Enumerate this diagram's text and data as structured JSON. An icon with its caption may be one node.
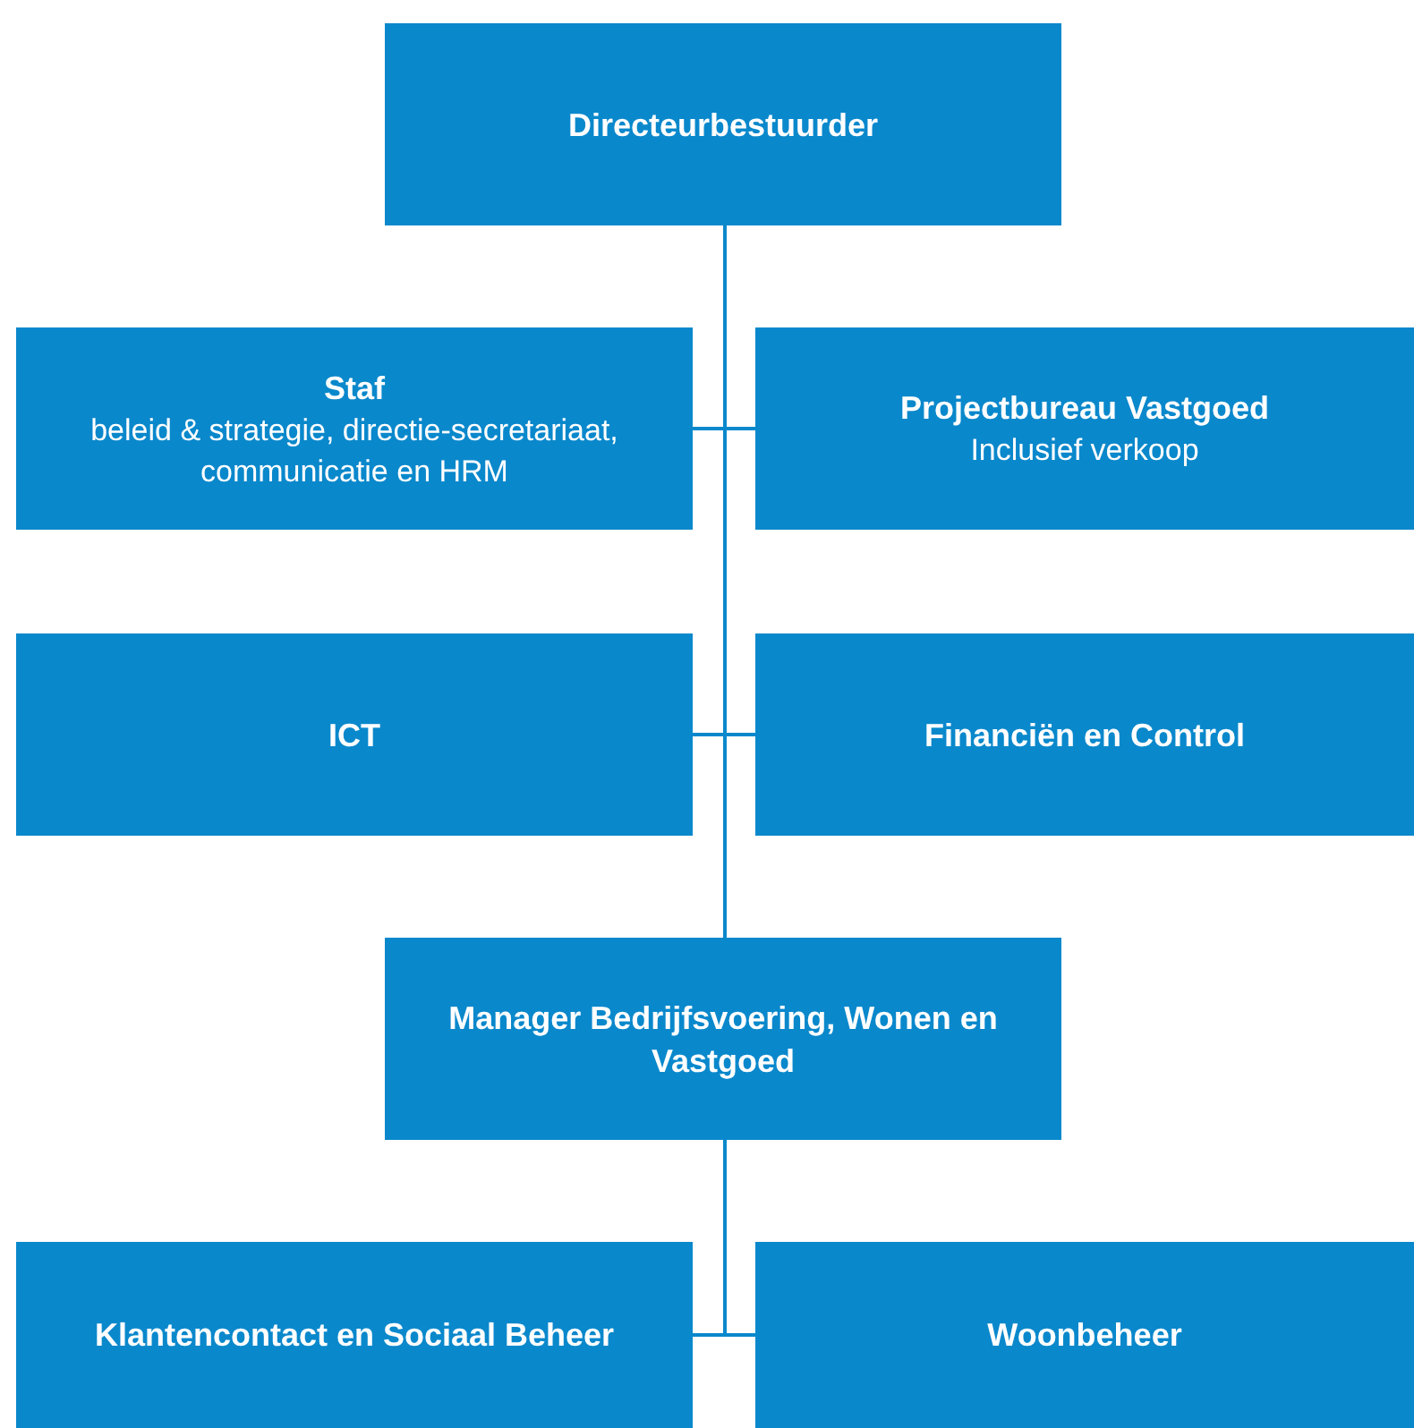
{
  "diagram": {
    "nodes": [
      {
        "text": [
          "Directeurbestuurder"
        ]
      },
      {
        "text": [
          "Staf",
          "beleid & strategie, directie-secretariaat, communicatie en HRM"
        ]
      },
      {
        "text": [
          "Projectbureau Vastgoed",
          "Inclusief verkoop"
        ]
      },
      {
        "text": [
          "ICT"
        ]
      },
      {
        "text": [
          "Financiën en Control"
        ]
      },
      {
        "text": [
          "Manager Bedrijfsvoering, Wonen en Vastgoed"
        ]
      },
      {
        "text": [
          "Klantencontact en Sociaal Beheer"
        ]
      },
      {
        "text": [
          "Woonbeheer"
        ]
      }
    ],
    "edges": [
      {
        "from": 0,
        "to": 1,
        "arrow": "none"
      },
      {
        "from": 0,
        "to": 2,
        "arrow": "none"
      },
      {
        "from": 0,
        "to": 3,
        "arrow": "none"
      },
      {
        "from": 0,
        "to": 4,
        "arrow": "none"
      },
      {
        "from": 0,
        "to": 5,
        "arrow": "none"
      },
      {
        "from": 5,
        "to": 6,
        "arrow": "none"
      },
      {
        "from": 5,
        "to": 7,
        "arrow": "none"
      }
    ]
  }
}
